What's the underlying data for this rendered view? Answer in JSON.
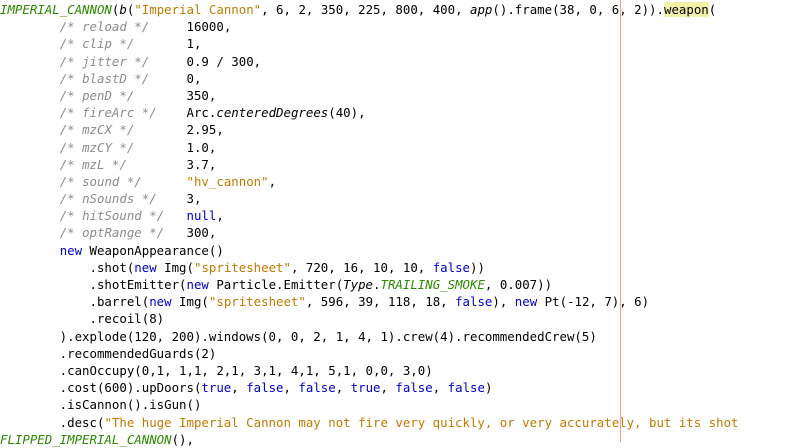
{
  "editor": {
    "colors": {
      "comment": "#8c8c8c",
      "string": "#c07a00",
      "keyword": "#0000c8",
      "constant": "#2a8a00",
      "highlight": "#f2f1a8",
      "margin": "#ef9b9b"
    },
    "lines": [
      [
        {
          "t": "IMPERIAL_CANNON",
          "c": "const"
        },
        {
          "t": "(",
          "c": "p"
        },
        {
          "t": "b",
          "c": "i"
        },
        {
          "t": "(",
          "c": "p"
        },
        {
          "t": "\"Imperial Cannon\"",
          "c": "s"
        },
        {
          "t": ", 6, 2, 350, 225, 800, 400, ",
          "c": "p"
        },
        {
          "t": "app",
          "c": "i"
        },
        {
          "t": "().frame(38, 0, 6, 2)).",
          "c": "p"
        },
        {
          "t": "weapon",
          "c": "hl"
        },
        {
          "t": "(",
          "c": "p"
        }
      ],
      [
        {
          "t": "        ",
          "c": "p"
        },
        {
          "t": "/* reload */",
          "c": "c"
        },
        {
          "t": "     16000,",
          "c": "p"
        }
      ],
      [
        {
          "t": "        ",
          "c": "p"
        },
        {
          "t": "/* clip */",
          "c": "c"
        },
        {
          "t": "       1,",
          "c": "p"
        }
      ],
      [
        {
          "t": "        ",
          "c": "p"
        },
        {
          "t": "/* jitter */",
          "c": "c"
        },
        {
          "t": "     0.9 / 300,",
          "c": "p"
        }
      ],
      [
        {
          "t": "        ",
          "c": "p"
        },
        {
          "t": "/* blastD */",
          "c": "c"
        },
        {
          "t": "     0,",
          "c": "p"
        }
      ],
      [
        {
          "t": "        ",
          "c": "p"
        },
        {
          "t": "/* penD */",
          "c": "c"
        },
        {
          "t": "       350,",
          "c": "p"
        }
      ],
      [
        {
          "t": "        ",
          "c": "p"
        },
        {
          "t": "/* fireArc */",
          "c": "c"
        },
        {
          "t": "    Arc.",
          "c": "p"
        },
        {
          "t": "centeredDegrees",
          "c": "i"
        },
        {
          "t": "(40),",
          "c": "p"
        }
      ],
      [
        {
          "t": "        ",
          "c": "p"
        },
        {
          "t": "/* mzCX */",
          "c": "c"
        },
        {
          "t": "       2.95,",
          "c": "p"
        }
      ],
      [
        {
          "t": "        ",
          "c": "p"
        },
        {
          "t": "/* mzCY */",
          "c": "c"
        },
        {
          "t": "       1.0,",
          "c": "p"
        }
      ],
      [
        {
          "t": "        ",
          "c": "p"
        },
        {
          "t": "/* mzL */",
          "c": "c"
        },
        {
          "t": "        3.7,",
          "c": "p"
        }
      ],
      [
        {
          "t": "        ",
          "c": "p"
        },
        {
          "t": "/* sound */",
          "c": "c"
        },
        {
          "t": "      ",
          "c": "p"
        },
        {
          "t": "\"hv_cannon\"",
          "c": "s"
        },
        {
          "t": ",",
          "c": "p"
        }
      ],
      [
        {
          "t": "        ",
          "c": "p"
        },
        {
          "t": "/* nSounds */",
          "c": "c"
        },
        {
          "t": "    3,",
          "c": "p"
        }
      ],
      [
        {
          "t": "        ",
          "c": "p"
        },
        {
          "t": "/* hitSound */",
          "c": "c"
        },
        {
          "t": "   ",
          "c": "p"
        },
        {
          "t": "null",
          "c": "k"
        },
        {
          "t": ",",
          "c": "p"
        }
      ],
      [
        {
          "t": "        ",
          "c": "p"
        },
        {
          "t": "/* optRange */",
          "c": "c"
        },
        {
          "t": "   300,",
          "c": "p"
        }
      ],
      [
        {
          "t": "        ",
          "c": "p"
        },
        {
          "t": "new",
          "c": "k"
        },
        {
          "t": " WeaponAppearance()",
          "c": "p"
        }
      ],
      [
        {
          "t": "            .shot(",
          "c": "p"
        },
        {
          "t": "new",
          "c": "k"
        },
        {
          "t": " Img(",
          "c": "p"
        },
        {
          "t": "\"spritesheet\"",
          "c": "s"
        },
        {
          "t": ", 720, 16, 10, 10, ",
          "c": "p"
        },
        {
          "t": "false",
          "c": "k"
        },
        {
          "t": "))",
          "c": "p"
        }
      ],
      [
        {
          "t": "            .shotEmitter(",
          "c": "p"
        },
        {
          "t": "new",
          "c": "k"
        },
        {
          "t": " Particle.Emitter(",
          "c": "p"
        },
        {
          "t": "Type",
          "c": "i"
        },
        {
          "t": ".",
          "c": "p"
        },
        {
          "t": "TRAILING_SMOKE",
          "c": "const"
        },
        {
          "t": ", 0.007))",
          "c": "p"
        }
      ],
      [
        {
          "t": "            .barrel(",
          "c": "p"
        },
        {
          "t": "new",
          "c": "k"
        },
        {
          "t": " Img(",
          "c": "p"
        },
        {
          "t": "\"spritesheet\"",
          "c": "s"
        },
        {
          "t": ", 596, 39, 118, 18, ",
          "c": "p"
        },
        {
          "t": "false",
          "c": "k"
        },
        {
          "t": "), ",
          "c": "p"
        },
        {
          "t": "new",
          "c": "k"
        },
        {
          "t": " Pt(-12, 7), 6)",
          "c": "p"
        }
      ],
      [
        {
          "t": "            .recoil(8)",
          "c": "p"
        }
      ],
      [
        {
          "t": "        ).explode(120, 200).windows(0, 0, 2, 1, 4, 1).crew(4).recommendedCrew(5)",
          "c": "p"
        }
      ],
      [
        {
          "t": "        .recommendedGuards(2)",
          "c": "p"
        }
      ],
      [
        {
          "t": "        .canOccupy(0,1, 1,1, 2,1, 3,1, 4,1, 5,1, 0,0, 3,0)",
          "c": "p"
        }
      ],
      [
        {
          "t": "        .cost(600).upDoors(",
          "c": "p"
        },
        {
          "t": "true",
          "c": "k"
        },
        {
          "t": ", ",
          "c": "p"
        },
        {
          "t": "false",
          "c": "k"
        },
        {
          "t": ", ",
          "c": "p"
        },
        {
          "t": "false",
          "c": "k"
        },
        {
          "t": ", ",
          "c": "p"
        },
        {
          "t": "true",
          "c": "k"
        },
        {
          "t": ", ",
          "c": "p"
        },
        {
          "t": "false",
          "c": "k"
        },
        {
          "t": ", ",
          "c": "p"
        },
        {
          "t": "false",
          "c": "k"
        },
        {
          "t": ")",
          "c": "p"
        }
      ],
      [
        {
          "t": "        .isCannon().isGun()",
          "c": "p"
        }
      ],
      [
        {
          "t": "        .desc(",
          "c": "p"
        },
        {
          "t": "\"The huge Imperial Cannon may not fire very quickly, or very accurately, but its shot",
          "c": "s"
        }
      ],
      [
        {
          "t": "FLIPPED_IMPERIAL_CANNON",
          "c": "const"
        },
        {
          "t": "(),",
          "c": "p"
        }
      ]
    ]
  }
}
